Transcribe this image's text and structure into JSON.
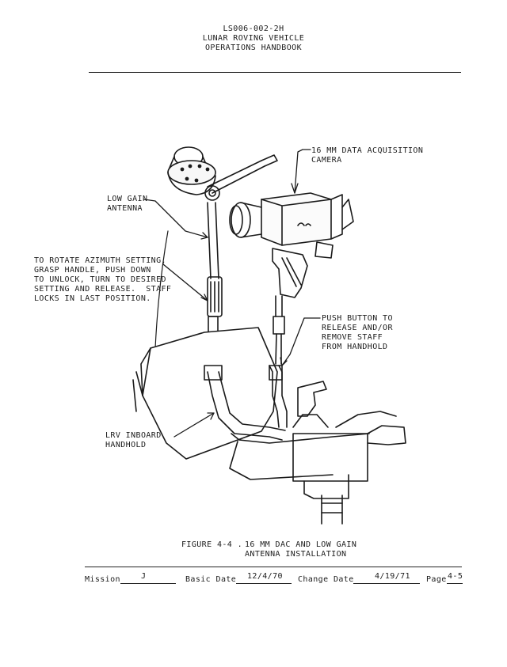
{
  "header": {
    "doc_number": "LS006-002-2H",
    "title_line1": "LUNAR ROVING VEHICLE",
    "title_line2": "OPERATIONS HANDBOOK"
  },
  "callouts": {
    "camera": [
      "16 MM DATA ACQUISITION",
      "CAMERA"
    ],
    "antenna": [
      "LOW GAIN",
      "ANTENNA"
    ],
    "azimuth": [
      "TO ROTATE AZIMUTH SETTING,",
      "GRASP HANDLE, PUSH DOWN",
      "TO UNLOCK, TURN TO DESIRED",
      "SETTING AND RELEASE.  STAFF",
      "LOCKS IN LAST POSITION."
    ],
    "push_button": [
      "PUSH BUTTON TO",
      "RELEASE AND/OR",
      "REMOVE STAFF",
      "FROM HANDHOLD"
    ],
    "handhold": [
      "LRV INBOARD",
      "HANDHOLD"
    ]
  },
  "figure_caption": {
    "label": "FIGURE 4-4 .",
    "line1": "16 MM DAC AND LOW GAIN",
    "line2": "ANTENNA INSTALLATION"
  },
  "footer": {
    "mission_label": "Mission",
    "mission_value": "J",
    "basic_date_label": "Basic Date",
    "basic_date_value": "12/4/70",
    "change_date_label": "Change Date",
    "change_date_value": "4/19/71",
    "page_label": "Page",
    "page_value": "4-5"
  },
  "illustration": {
    "subject": "LRV mounted 16 mm data acquisition camera and low gain antenna staff on inboard handhold"
  }
}
